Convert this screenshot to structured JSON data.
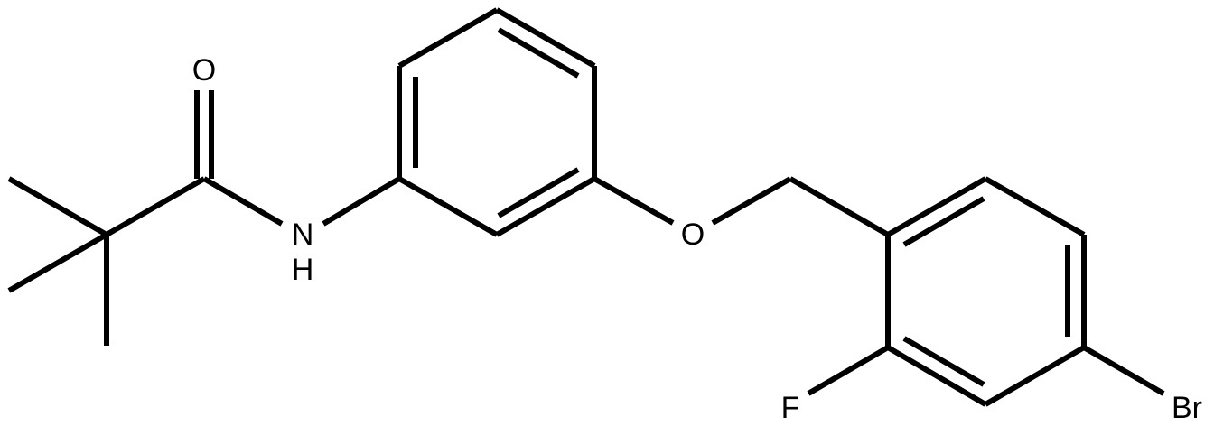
{
  "molecule": {
    "atoms": {
      "oxygen_carbonyl": "O",
      "nitrogen": "N",
      "nitrogen_hydrogen": "H",
      "oxygen_ether": "O",
      "fluorine": "F",
      "bromine": "Br"
    },
    "colors": {
      "bond": "#000000",
      "label": "#000000",
      "background": "#ffffff"
    }
  }
}
